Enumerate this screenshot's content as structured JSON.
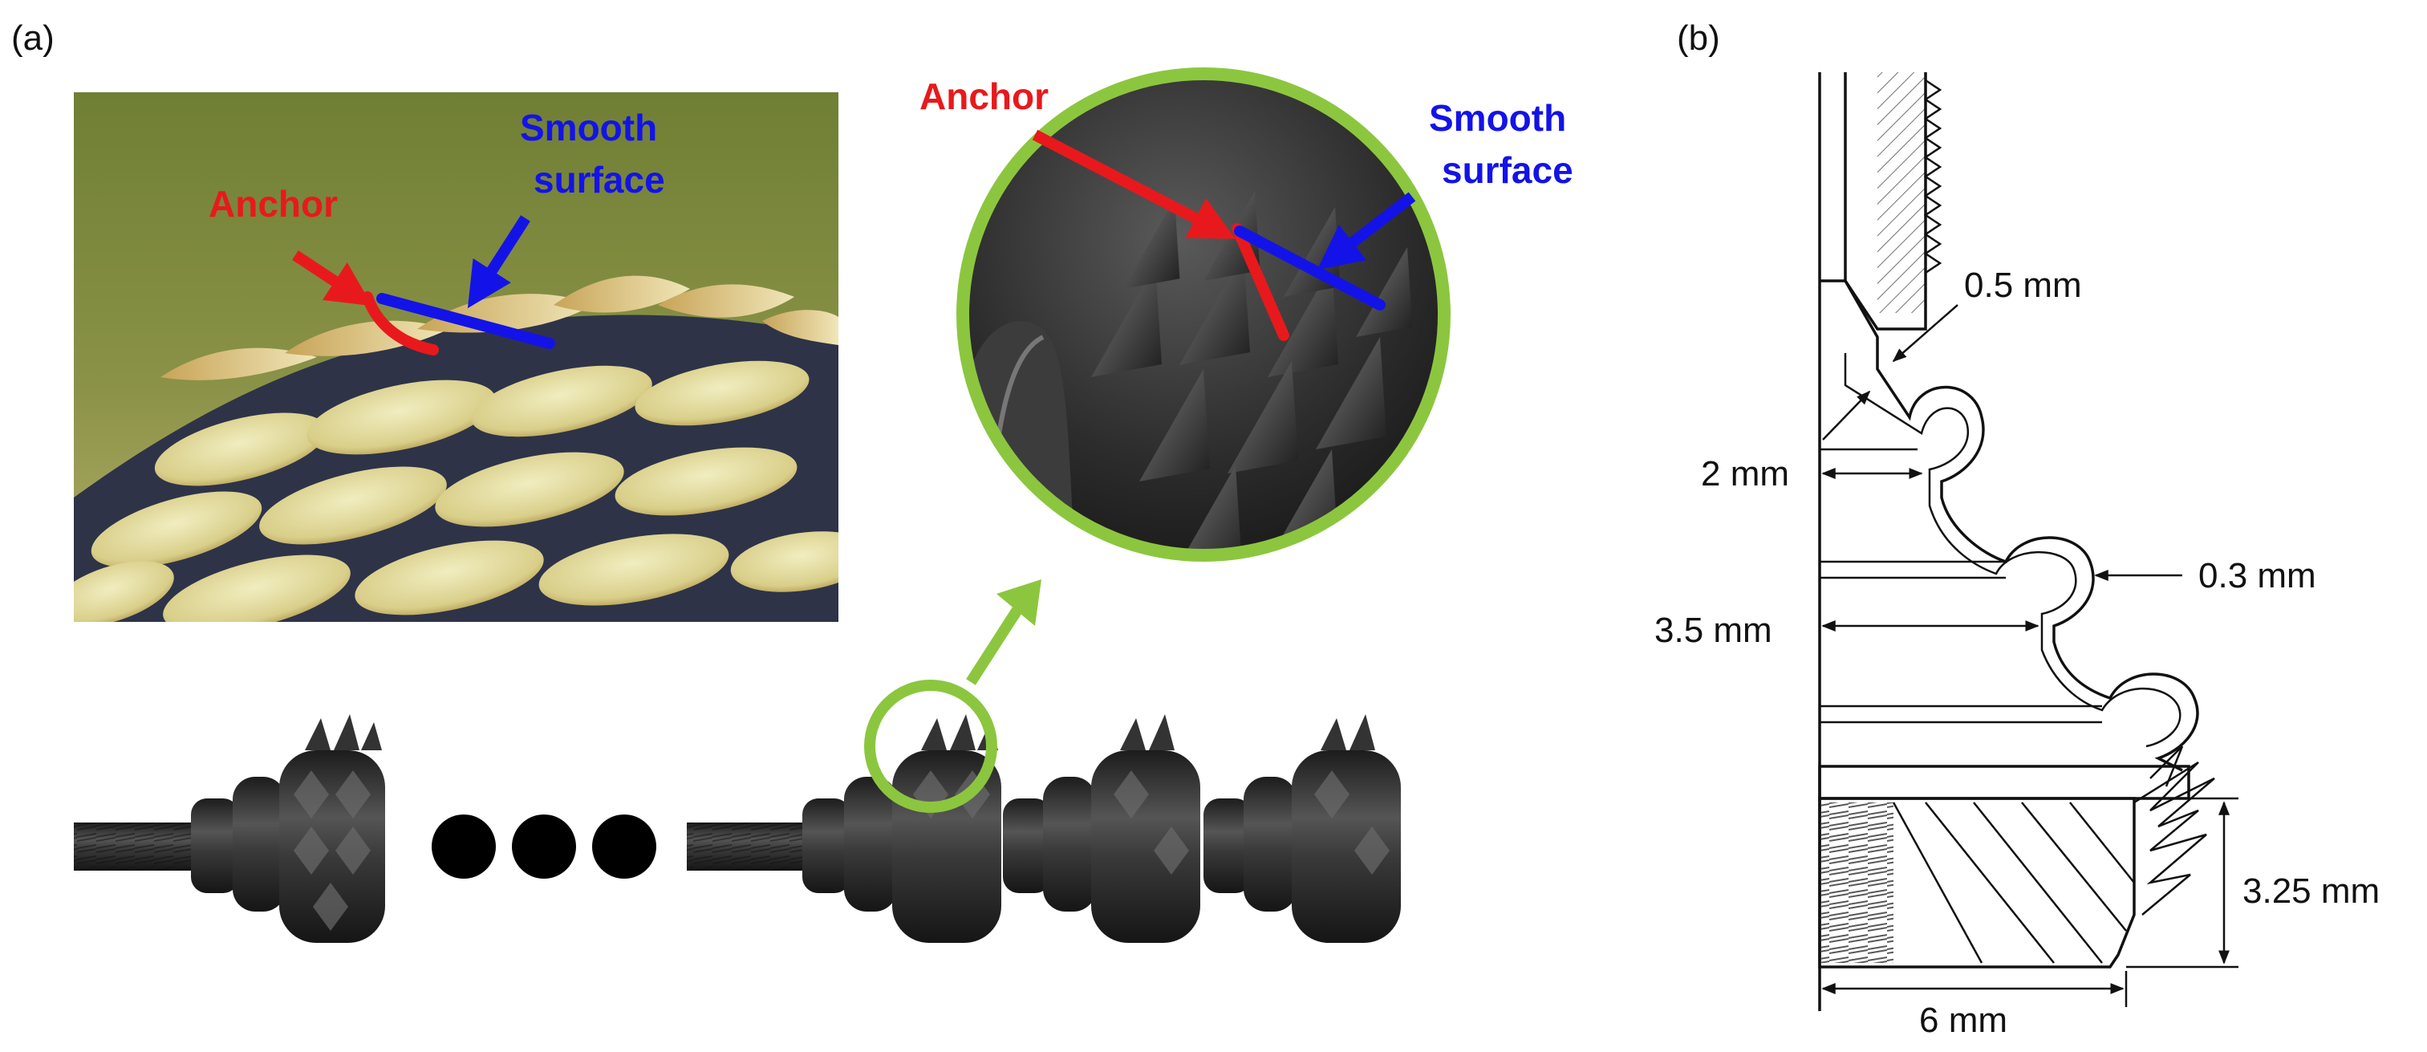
{
  "panel_a": {
    "label": "(a)",
    "photo_callouts": {
      "anchor": "Anchor",
      "smooth_line1": "Smooth",
      "smooth_line2": "surface"
    },
    "zoom_callouts": {
      "anchor": "Anchor",
      "smooth_line1": "Smooth",
      "smooth_line2": "surface"
    }
  },
  "panel_b": {
    "label": "(b)",
    "dimensions": {
      "d1": "0.5 mm",
      "d2": "2 mm",
      "d3": "0.3 mm",
      "d4": "3.5 mm",
      "d5": "3.25 mm",
      "d6": "6 mm"
    }
  },
  "colors": {
    "anchor": "#e8191c",
    "smooth": "#1313e8",
    "highlight": "#8cc63f",
    "part": "#2b2b2b",
    "photo_bg": "#7c8a3c",
    "scale_fill": "#e9e3a6"
  }
}
